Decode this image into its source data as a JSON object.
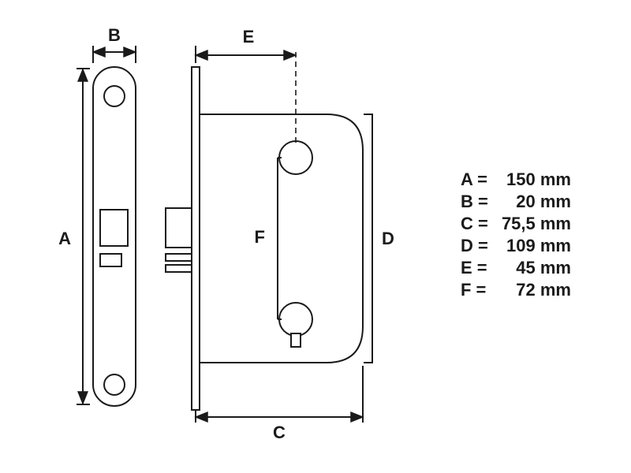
{
  "diagram": {
    "labels": {
      "a": "A",
      "b": "B",
      "c": "C",
      "d": "D",
      "e": "E",
      "f": "F"
    }
  },
  "legend": {
    "rows": [
      {
        "label": "A =",
        "value": "150 mm"
      },
      {
        "label": "B =",
        "value": "20 mm"
      },
      {
        "label": "C =",
        "value": "75,5 mm"
      },
      {
        "label": "D =",
        "value": "109 mm"
      },
      {
        "label": "E =",
        "value": "45 mm"
      },
      {
        "label": "F =",
        "value": "72 mm"
      }
    ]
  },
  "colors": {
    "line": "#1a1a1a",
    "background": "#ffffff"
  }
}
